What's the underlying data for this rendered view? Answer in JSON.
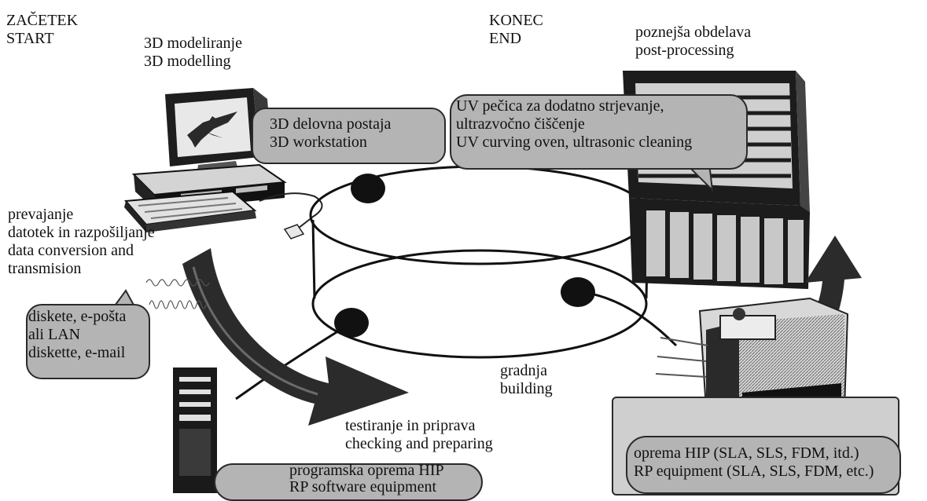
{
  "start": {
    "line1": "ZAČETEK",
    "line2": "START"
  },
  "modelling": {
    "line1": "3D modeliranje",
    "line2": "3D modelling"
  },
  "end": {
    "line1": "KONEC",
    "line2": "END"
  },
  "postprocessing": {
    "line1": "poznejša obdelava",
    "line2": "post-processing"
  },
  "workstation": {
    "line1": "3D delovna postaja",
    "line2": "3D workstation"
  },
  "uv_oven": {
    "line1": "UV pečica za dodatno strjevanje,",
    "line2": "ultrazvočno čiščenje",
    "line3": "UV curving oven, ultrasonic cleaning"
  },
  "conversion": {
    "line1": "prevajanje",
    "line2": "datotek in razpošiljanje",
    "line3": "data conversion and",
    "line4": "transmision"
  },
  "media": {
    "line1": "diskete, e-pošta",
    "line2": "ali LAN",
    "line3": "diskette, e-mail"
  },
  "building": {
    "line1": "gradnja",
    "line2": "building"
  },
  "checking": {
    "line1": "testiranje in priprava",
    "line2": "checking and preparing"
  },
  "software": {
    "line1": "programska oprema HIP",
    "line2": "RP software equipment"
  },
  "equipment": {
    "line1": "oprema HIP (SLA, SLS, FDM, itd.)",
    "line2": "RP equipment (SLA, SLS, FDM, etc.)"
  }
}
